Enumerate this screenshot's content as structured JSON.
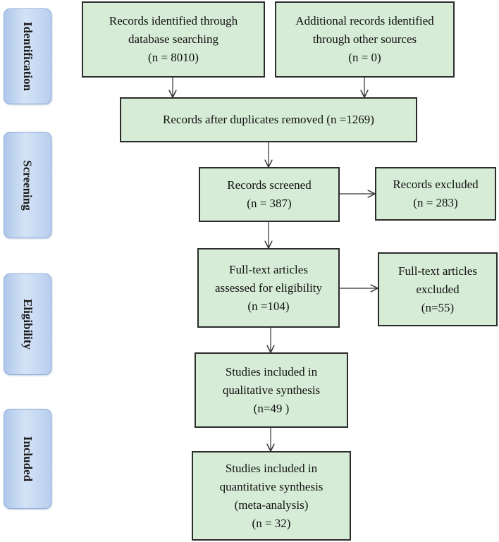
{
  "phases": {
    "identification": "Identification",
    "screening": "Screening",
    "eligibility": "Eligibility",
    "included": "Included"
  },
  "boxes": {
    "database": {
      "lines": [
        "Records identified through",
        "database searching",
        "(n = 8010)"
      ]
    },
    "other_sources": {
      "lines": [
        "Additional records identified",
        "through other sources",
        "(n = 0)"
      ]
    },
    "duplicates_removed": {
      "lines": [
        "Records after duplicates removed (n =1269)"
      ]
    },
    "screened": {
      "lines": [
        "Records screened",
        "(n = 387)"
      ]
    },
    "excluded": {
      "lines": [
        "Records excluded",
        "(n = 283)"
      ]
    },
    "fulltext_assessed": {
      "lines": [
        "Full-text articles",
        "assessed for eligibility",
        "(n =104)"
      ]
    },
    "fulltext_excluded": {
      "lines": [
        "Full-text articles",
        "excluded",
        "(n=55)"
      ]
    },
    "qualitative": {
      "lines": [
        "Studies included in",
        "qualitative synthesis",
        "(n=49 )"
      ]
    },
    "quantitative": {
      "lines": [
        "Studies included in",
        "quantitative synthesis",
        "(meta-analysis)",
        "(n = 32)"
      ]
    }
  },
  "colors": {
    "box_fill": "#d6ecd6",
    "phase_fill": "#c4d8f2",
    "border": "#2b2b2b"
  }
}
